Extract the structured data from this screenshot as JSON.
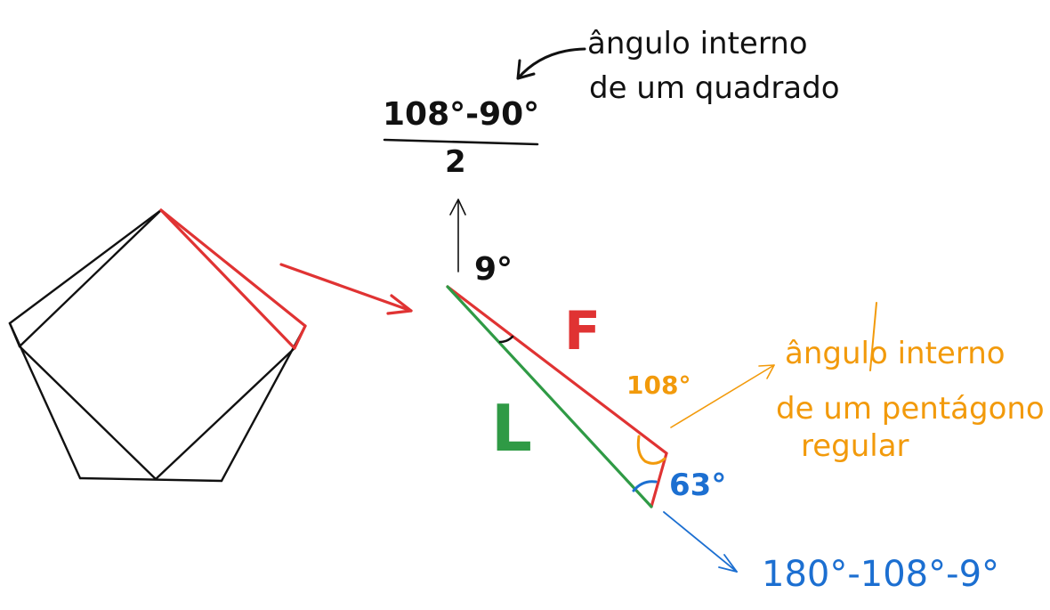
{
  "colors": {
    "ink": "#111111",
    "red": "#e03333",
    "green": "#2f9a45",
    "orange": "#f29a0b",
    "blue": "#1c6fd1"
  },
  "formula_top": {
    "numerator": "108°-90°",
    "denominator": "2"
  },
  "note_square": {
    "line1": "ângulo interno",
    "line2": "de um quadrado"
  },
  "angle_small": "9°",
  "label_F": "F",
  "label_L": "L",
  "angle_108": "108°",
  "note_pentagon": {
    "line1": "ângulo interno",
    "line2": "de um pentágono",
    "line3": "regular"
  },
  "angle_63": "63°",
  "formula_bottom": "180°-108°-9°"
}
